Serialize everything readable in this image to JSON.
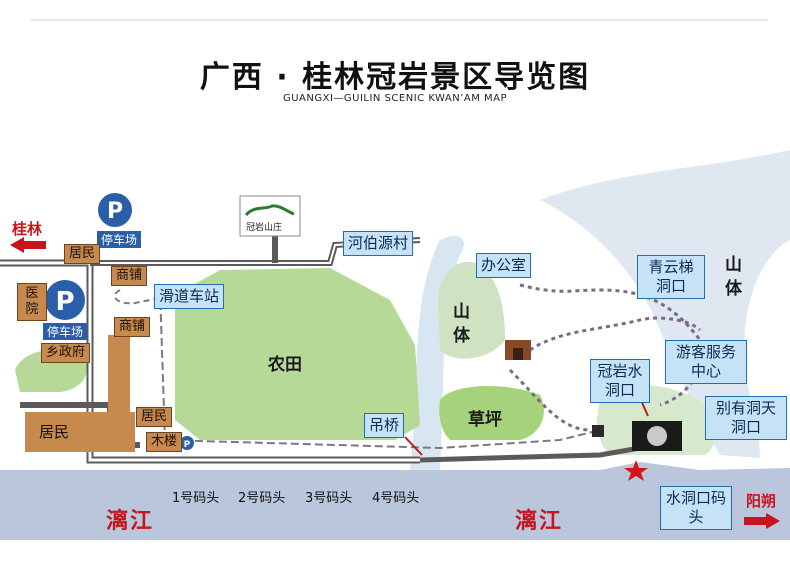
{
  "title": "广西 · 桂林冠岩景区导览图",
  "subtitle": "GUANGXI—GUILIN SCENIC KWAN’AM MAP",
  "directions": {
    "west": "桂林",
    "east": "阳朔"
  },
  "logo_text": "冠岩山庄",
  "places": {
    "parking_1": "停车场",
    "parking_2": "停车场",
    "residents_1": "居民",
    "residents_2": "居民",
    "residents_3": "居民",
    "hospital": "医院",
    "township_gov": "乡政府",
    "shop_1": "商铺",
    "shop_2": "商铺",
    "wooden_house": "木楼",
    "slide_station": "滑道车站",
    "farmland": "农田",
    "hebo_village": "河伯源村",
    "office": "办公室",
    "mountain_1": "山体",
    "mountain_2": "山体",
    "lawn": "草坪",
    "suspension_bridge": "吊桥",
    "qingyun_ladder": "青云梯洞口",
    "guanyan_water_cave": "冠岩水洞口",
    "visitor_center": "游客服务中心",
    "bieyou_cave": "别有洞天洞口",
    "water_cave_pier": "水洞口码头"
  },
  "river_label": "漓江",
  "piers": [
    "1号码头",
    "2号码头",
    "3号码头",
    "4号码头"
  ],
  "colors": {
    "river": "#b9c6dc",
    "mountain": "#cfe3c2",
    "farmland": "#b6d998",
    "road": "#5a5a5a",
    "label_fill": "#c6e2f6",
    "label_border": "#1f6fb1",
    "shop": "#c68a4e",
    "accent_red": "#c8151b",
    "parking": "#2b5ea8"
  }
}
